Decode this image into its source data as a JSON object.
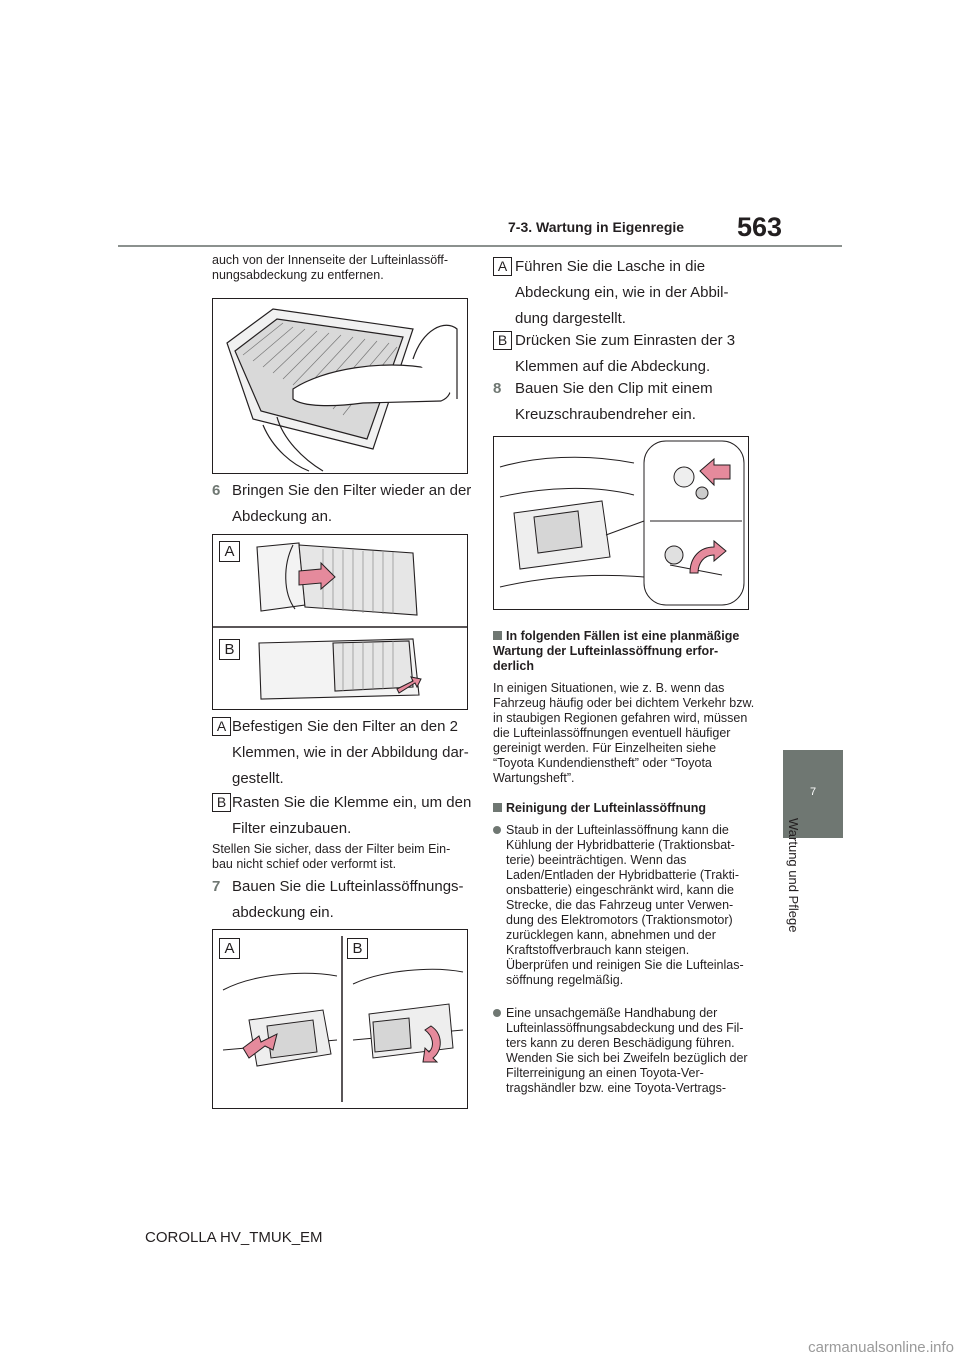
{
  "header": {
    "page_number": "563",
    "section_title": "7-3. Wartung in Eigenregie"
  },
  "side_tab": {
    "chapter_number": "7",
    "chapter_title": "Wartung und Pflege"
  },
  "left": {
    "intro": "auch von der Innenseite der Lufteinlassöff-\nnungsabdeckung zu entfernen.",
    "step6": {
      "num": "6",
      "text": "Bringen Sie den Filter wieder an der Abdeckung an."
    },
    "fig2": {
      "label_a": "A",
      "label_b": "B"
    },
    "item_a": {
      "badge": "A",
      "text": "Befestigen Sie den Filter an den 2 Klemmen, wie in der Abbildung dar-gestellt."
    },
    "item_b": {
      "badge": "B",
      "text": "Rasten Sie die Klemme ein, um den Filter einzubauen."
    },
    "note": "Stellen Sie sicher, dass der Filter beim Ein-\nbau nicht schief oder verformt ist.",
    "step7": {
      "num": "7",
      "text": "Bauen Sie die Lufteinlassöffnungs-abdeckung ein."
    },
    "fig3": {
      "label_a": "A",
      "label_b": "B"
    }
  },
  "right": {
    "item_a": {
      "badge": "A",
      "text": "Führen Sie die Lasche in die Abdeckung ein, wie in der Abbil-dung dargestellt."
    },
    "item_b": {
      "badge": "B",
      "text": "Drücken Sie zum Einrasten der 3 Klemmen auf die Abdeckung."
    },
    "step8": {
      "num": "8",
      "text": "Bauen Sie den Clip mit einem Kreuzschraubendreher ein."
    },
    "sec1_heading": "In folgenden Fällen ist eine planmäßige Wartung der Lufteinlassöffnung erfor-derlich",
    "sec1_text": "In einigen Situationen, wie z. B. wenn das Fahrzeug häufig oder bei dichtem Verkehr bzw. in staubigen Regionen gefahren wird, müssen die Lufteinlassöffnungen eventuell häufiger gereinigt werden. Für Einzelheiten siehe “Toyota Kundendienstheft” oder “Toyota Wartungsheft”.",
    "sec2_heading": "Reinigung der Lufteinlassöffnung",
    "bullet1": "Staub in der Lufteinlassöffnung kann die Kühlung der Hybridbatterie (Traktionsbat-terie) beeinträchtigen. Wenn das Laden/Entladen der Hybridbatterie (Trakti-onsbatterie) eingeschränkt wird, kann die Strecke, die das Fahrzeug unter Verwen-dung des Elektromotors (Traktionsmotor) zurücklegen kann, abnehmen und der Kraftstoffverbrauch kann steigen. Überprüfen und reinigen Sie die Lufteinlas-söffnung regelmäßig.",
    "bullet2": "Eine unsachgemäße Handhabung der Lufteinlassöffnungsabdeckung und des Fil-ters kann zu deren Beschädigung führen. Wenden Sie sich bei Zweifeln bezüglich der Filterreinigung an einen Toyota-Ver-tragshändler bzw. eine Toyota-Vertrags-"
  },
  "footer": {
    "model": "COROLLA HV_TMUK_EM",
    "watermark": "carmanualsonline.info"
  }
}
